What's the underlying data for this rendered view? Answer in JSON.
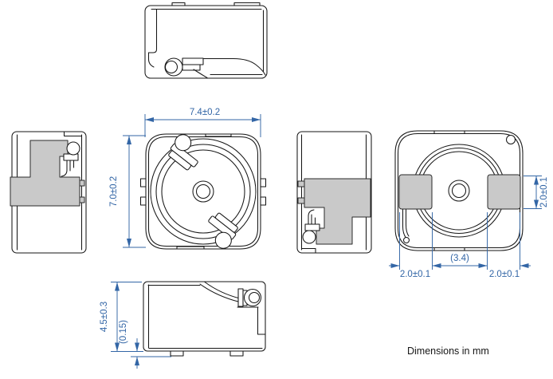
{
  "drawing": {
    "note": "Dimensions in mm",
    "dimensions": {
      "body_width": "7.4±0.2",
      "body_depth": "7.0±0.2",
      "component_height": "4.5±0.3",
      "standoff_height": "(0.15)",
      "pad_height": "2.0±0.1",
      "pad_width_left": "2.0±0.1",
      "pad_width_right": "2.0±0.1",
      "pad_gap": "(3.4)"
    },
    "colors": {
      "line": "#161616",
      "dimension": "#3366a6",
      "terminal_fill": "#c9c9c9",
      "background": "#ffffff"
    }
  }
}
